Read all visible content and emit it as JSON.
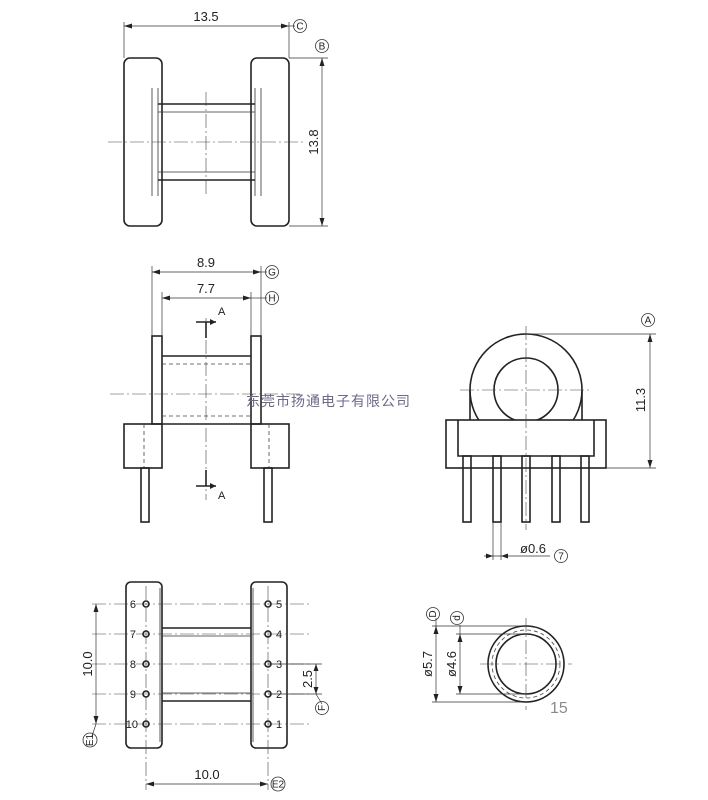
{
  "dimensions": {
    "top_width": "13.5",
    "top_height": "13.8",
    "front_outer": "8.9",
    "front_inner": "7.7",
    "side_height": "11.3",
    "pin_diameter": "ø0.6",
    "bottom_row_span": "10.0",
    "bottom_col_span": "10.0",
    "pin_pitch": "2.5",
    "tube_outer": "ø5.7",
    "tube_inner": "ø4.6"
  },
  "callouts": {
    "top_width": "C",
    "top_height": "B",
    "front_outer": "G",
    "front_inner": "H",
    "side_height": "A",
    "pin_diameter": "7",
    "bottom_col_span": "E1",
    "bottom_row_span": "E2",
    "pin_pitch": "F",
    "tube_outer": "D",
    "tube_inner": "d"
  },
  "section_marks": {
    "upper": "A",
    "lower": "A"
  },
  "pins": {
    "left": [
      "6",
      "7",
      "8",
      "9",
      "10"
    ],
    "right": [
      "5",
      "4",
      "3",
      "2",
      "1"
    ]
  },
  "watermark": "东莞市扬通电子有限公司",
  "page_number": "15"
}
